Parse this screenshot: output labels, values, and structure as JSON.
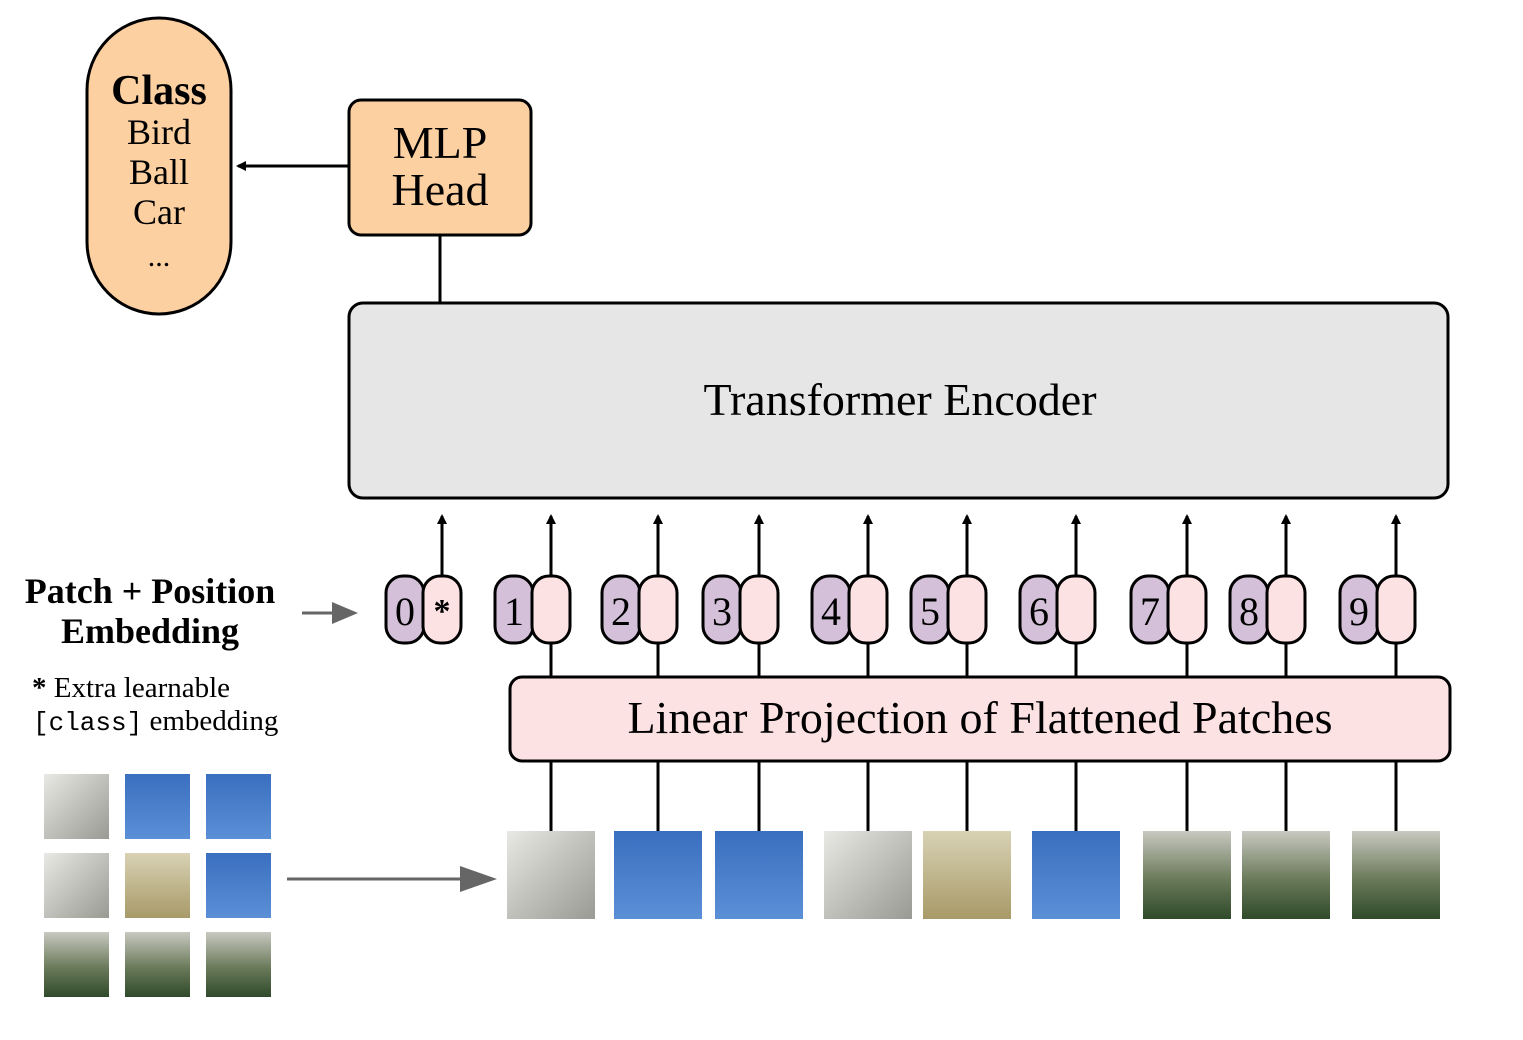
{
  "class_box": {
    "title": "Class",
    "items": [
      "Bird",
      "Ball",
      "Car",
      "..."
    ]
  },
  "mlp_head": {
    "line1": "MLP",
    "line2": "Head"
  },
  "encoder": {
    "label": "Transformer Encoder"
  },
  "projection": {
    "label": "Linear Projection of Flattened Patches"
  },
  "embedding_label": {
    "line1": "Patch + Position",
    "line2": "Embedding"
  },
  "note": {
    "star": "*",
    "line1": "Extra learnable",
    "code": "[class]",
    "line2": "embedding"
  },
  "tokens": [
    "0",
    "1",
    "2",
    "3",
    "4",
    "5",
    "6",
    "7",
    "8",
    "9"
  ],
  "class_token_marker": "*",
  "colors": {
    "class_box": "#fdd0a2",
    "encoder": "#e6e6e6",
    "projection": "#fde2e4",
    "position_token": "#d4c1d9",
    "patch_token": "#fde2e4",
    "gray_arrow": "#666666"
  }
}
